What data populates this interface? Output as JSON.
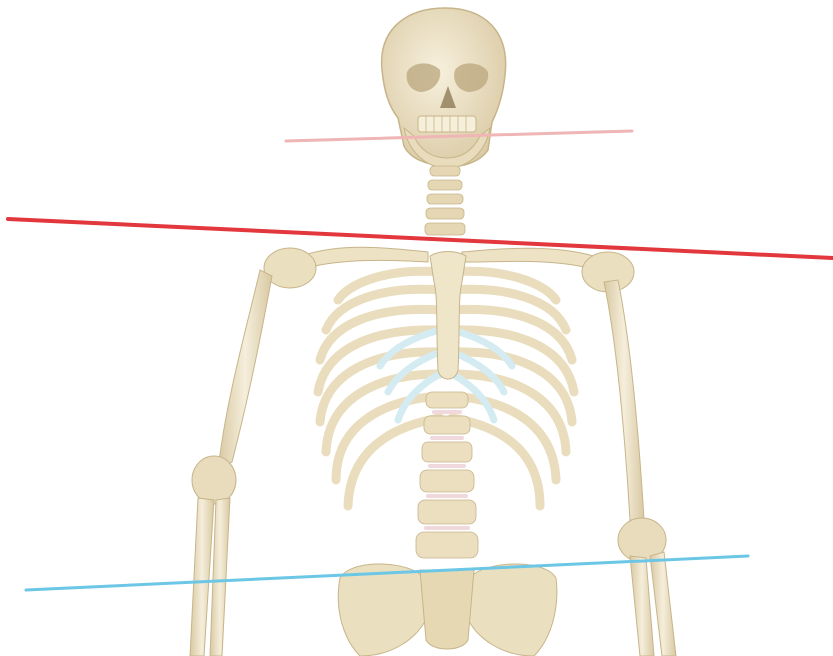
{
  "image": {
    "subject": "skeleton-anatomy",
    "background": "#ffffff"
  },
  "colors": {
    "bone": "#efe6cf",
    "bone_shadow": "#d9c9a3",
    "bone_dark": "#b9a67c",
    "cartilage": "#dbeff3",
    "disc": "#f0d8dc",
    "line_jaw": "#f0b5b5",
    "line_shoulder": "#e2373d",
    "line_hip": "#6cc6e6"
  },
  "reference_lines": [
    {
      "name": "jaw-line",
      "color_key": "line_jaw"
    },
    {
      "name": "shoulder-line",
      "color_key": "line_shoulder"
    },
    {
      "name": "hip-line",
      "color_key": "line_hip"
    }
  ]
}
